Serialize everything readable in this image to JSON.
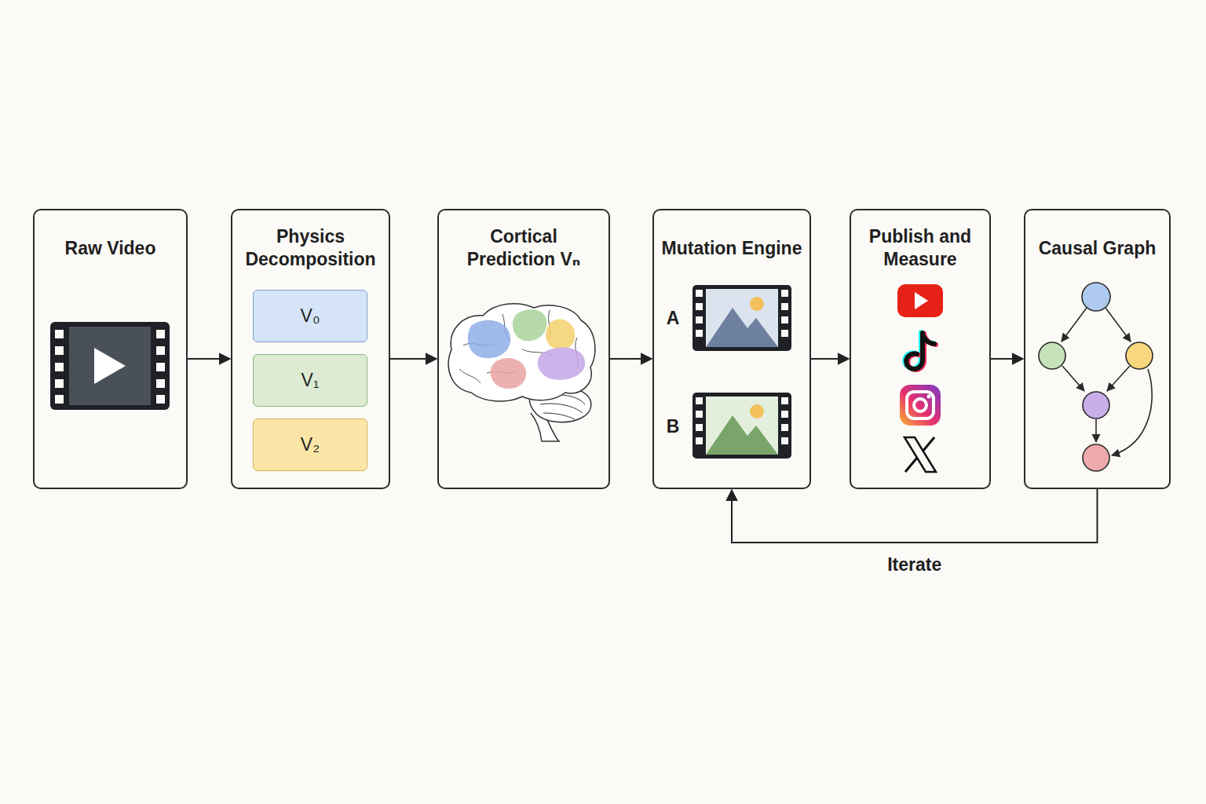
{
  "diagram": {
    "nodes": [
      {
        "text": [
          "Raw Video"
        ]
      },
      {
        "text": [
          "Physics Decomposition"
        ]
      },
      {
        "text": [
          "V₀"
        ],
        "in": 1
      },
      {
        "text": [
          "V₁"
        ],
        "in": 1
      },
      {
        "text": [
          "V₂"
        ],
        "in": 1
      },
      {
        "text": [
          "Cortical Prediction Vₙ"
        ]
      },
      {
        "text": [
          "Mutation Engine"
        ]
      },
      {
        "text": [
          "Publish and Measure"
        ]
      },
      {
        "text": [
          "Causal Graph"
        ]
      }
    ],
    "edges": [
      {
        "from": 0,
        "to": 1,
        "arrow": "to"
      },
      {
        "from": 1,
        "to": 5,
        "arrow": "to"
      },
      {
        "from": 5,
        "to": 6,
        "arrow": "to"
      },
      {
        "from": 6,
        "to": 7,
        "arrow": "to"
      },
      {
        "from": 7,
        "to": 8,
        "arrow": "to"
      },
      {
        "from": 8,
        "to": 6,
        "label": "Iterate",
        "arrow": "to"
      }
    ],
    "labels": [
      "A",
      "B"
    ]
  }
}
